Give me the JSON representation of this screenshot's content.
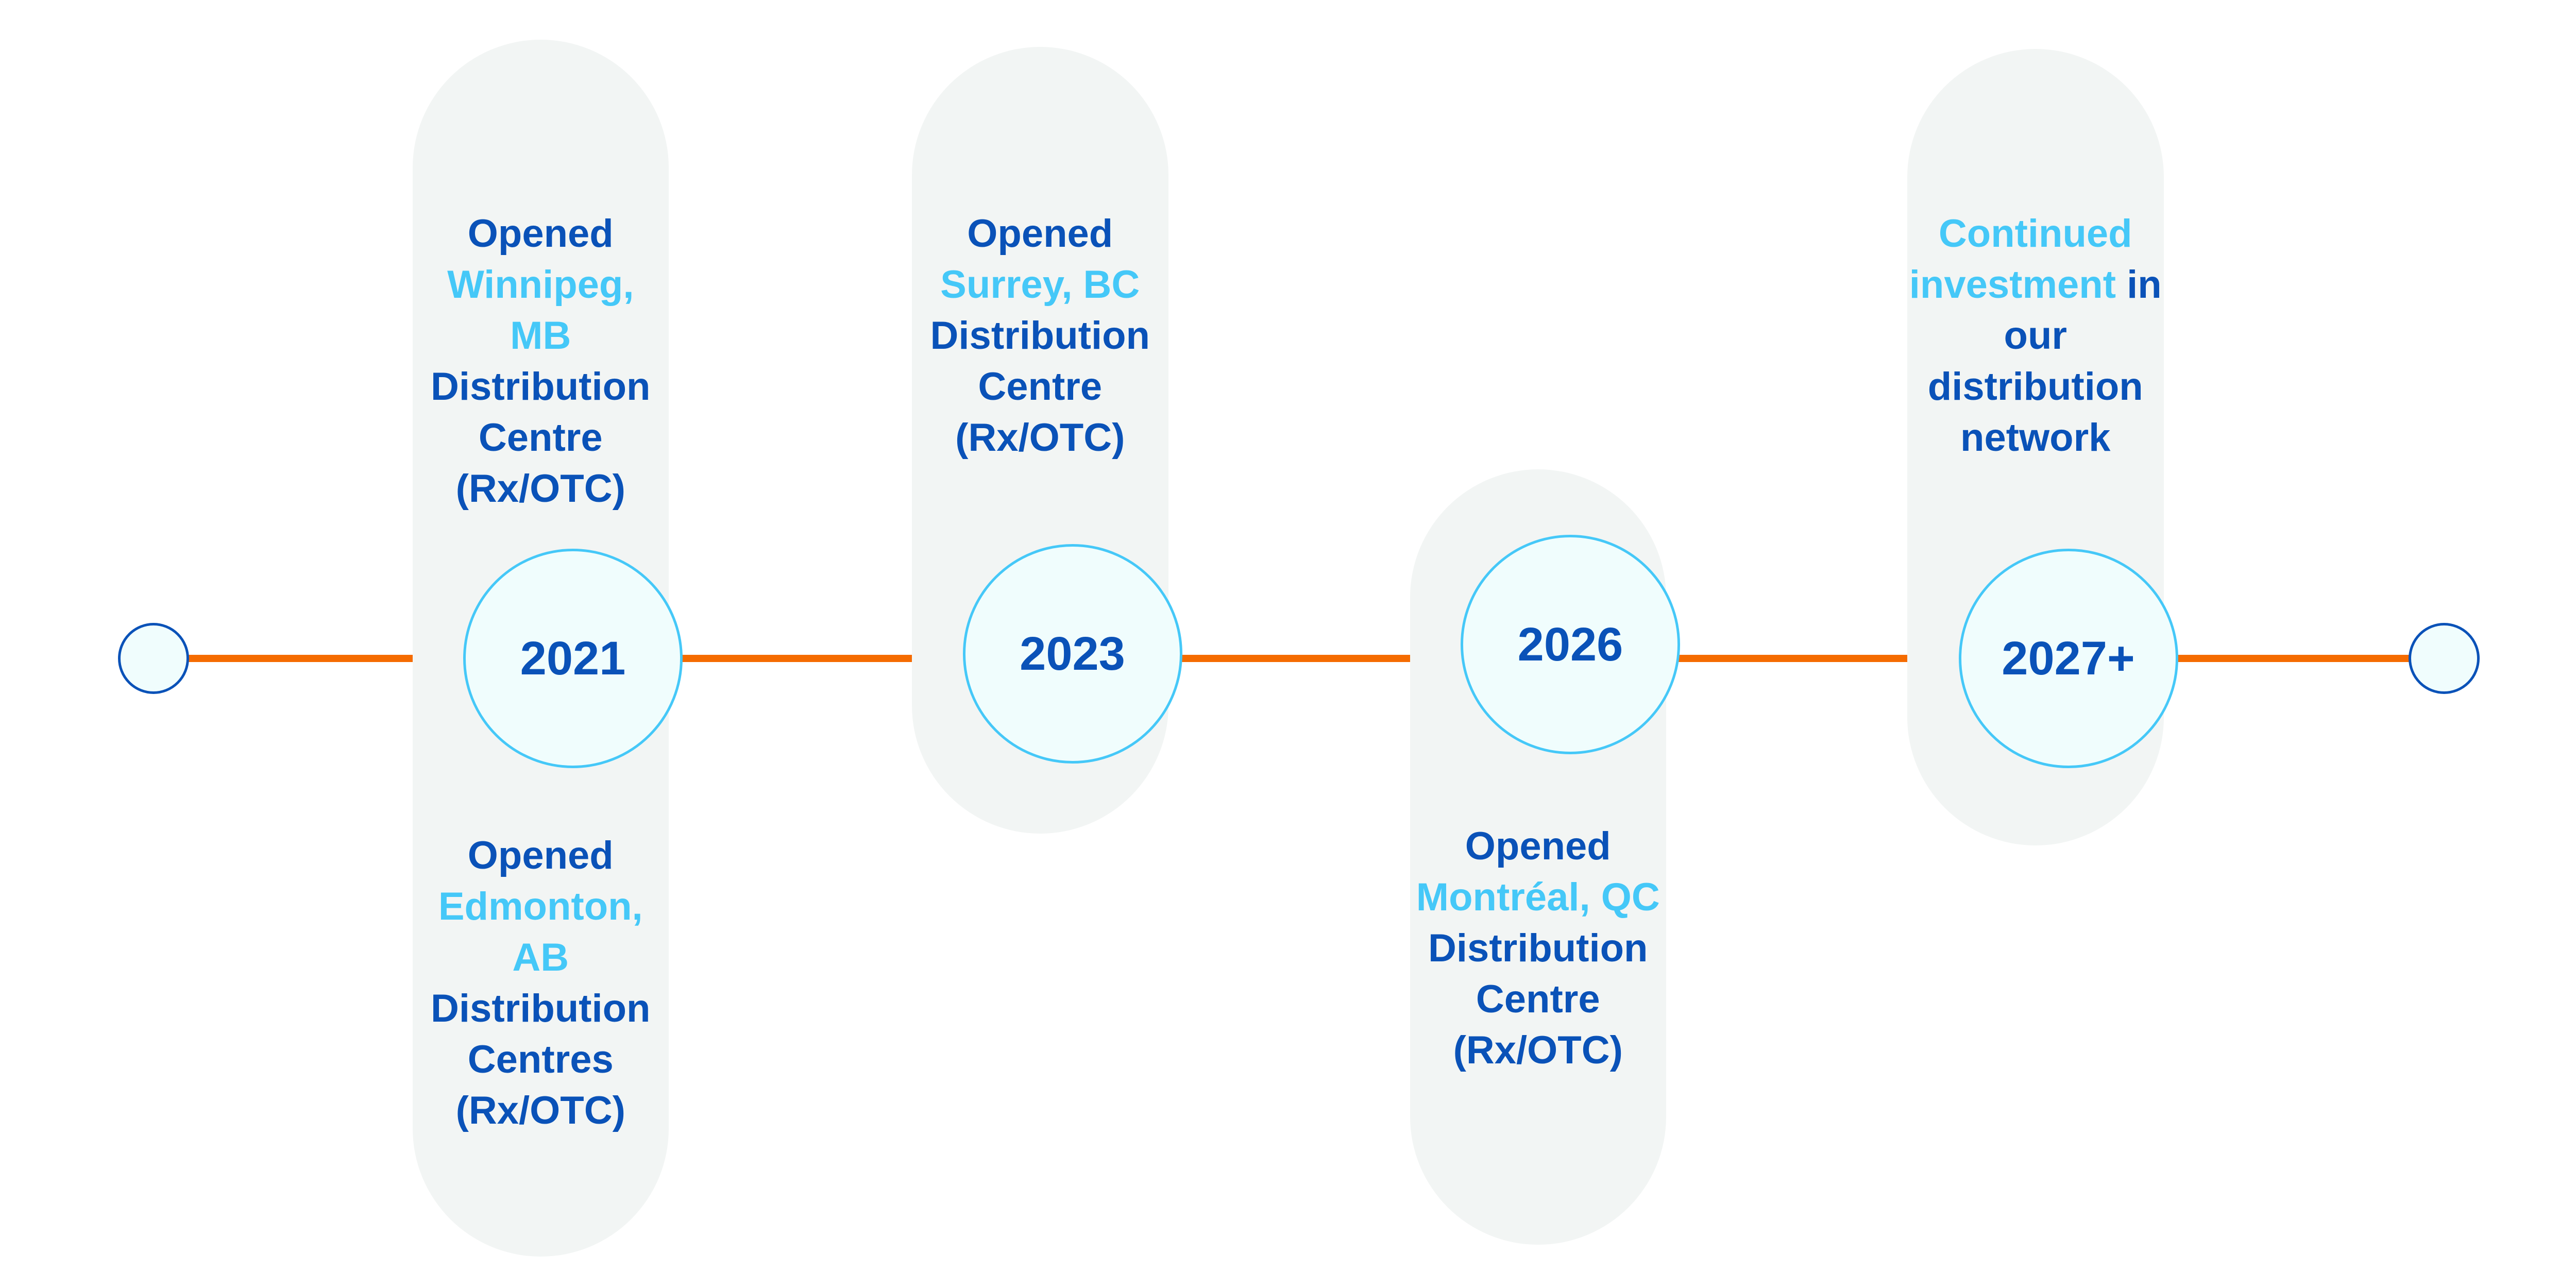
{
  "colors": {
    "line": "#f56b00",
    "dark_text": "#0a52b8",
    "highlight_text": "#45c8f8",
    "pill": "#f2f5f4",
    "circle_fill": "#f0fdfd"
  },
  "milestones": [
    {
      "year": "2021",
      "top": {
        "l1": "Opened",
        "l2": "Winnipeg, MB",
        "l3": "Distribution",
        "l4": "Centre",
        "l5": "(Rx/OTC)"
      },
      "bottom": {
        "l1": "Opened",
        "l2": "Edmonton, AB",
        "l3": "Distribution",
        "l4": "Centres",
        "l5": "(Rx/OTC)"
      }
    },
    {
      "year": "2023",
      "top": {
        "l1": "Opened",
        "l2": "Surrey, BC",
        "l3": "Distribution",
        "l4": "Centre",
        "l5": "(Rx/OTC)"
      }
    },
    {
      "year": "2026",
      "bottom": {
        "l1": "Opened",
        "l2": "Montréal, QC",
        "l3": "Distribution",
        "l4": "Centre",
        "l5": "(Rx/OTC)"
      }
    },
    {
      "year": "2027+",
      "top": {
        "l1": "Continued",
        "l2a": "investment",
        "l2b": " in",
        "l3": "our",
        "l4": "distribution",
        "l5": "network"
      }
    }
  ]
}
